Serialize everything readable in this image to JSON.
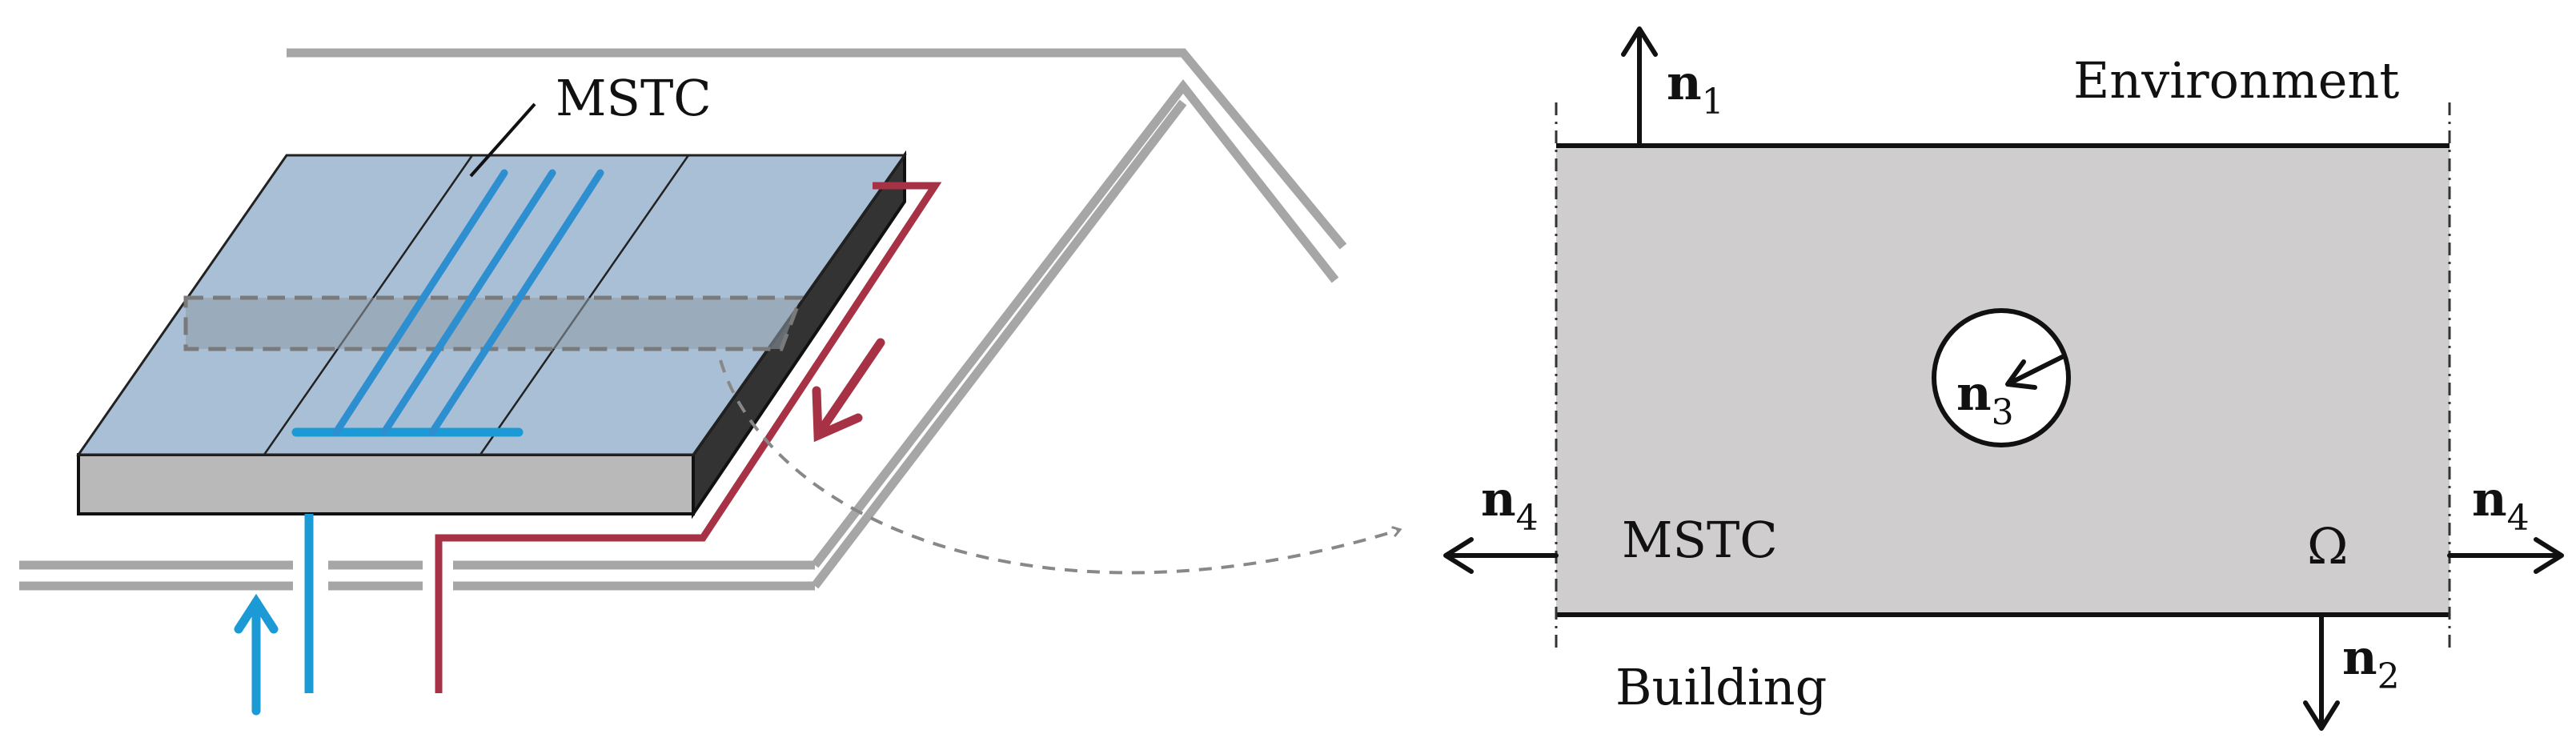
{
  "left_figure": {
    "collector_label": "MSTC",
    "colors": {
      "cold_pipe": "#1b9ad6",
      "hot_pipe": "#a83245",
      "panel": "#a9bfd6",
      "slab_front": "#b9b9b9",
      "slab_side": "#333333",
      "roof": "#a6a6a6"
    }
  },
  "right_figure": {
    "labels": {
      "environment": "Environment",
      "building": "Building",
      "mstc": "MSTC",
      "domain": "Ω"
    },
    "normals": [
      {
        "id": "n1",
        "base": "n",
        "sub": "1"
      },
      {
        "id": "n2",
        "base": "n",
        "sub": "2"
      },
      {
        "id": "n3",
        "base": "n",
        "sub": "3"
      },
      {
        "id": "n4_left",
        "base": "n",
        "sub": "4"
      },
      {
        "id": "n4_right",
        "base": "n",
        "sub": "4"
      }
    ],
    "colors": {
      "domain_fill": "#cfcdcd",
      "boundary": "#111111"
    }
  }
}
